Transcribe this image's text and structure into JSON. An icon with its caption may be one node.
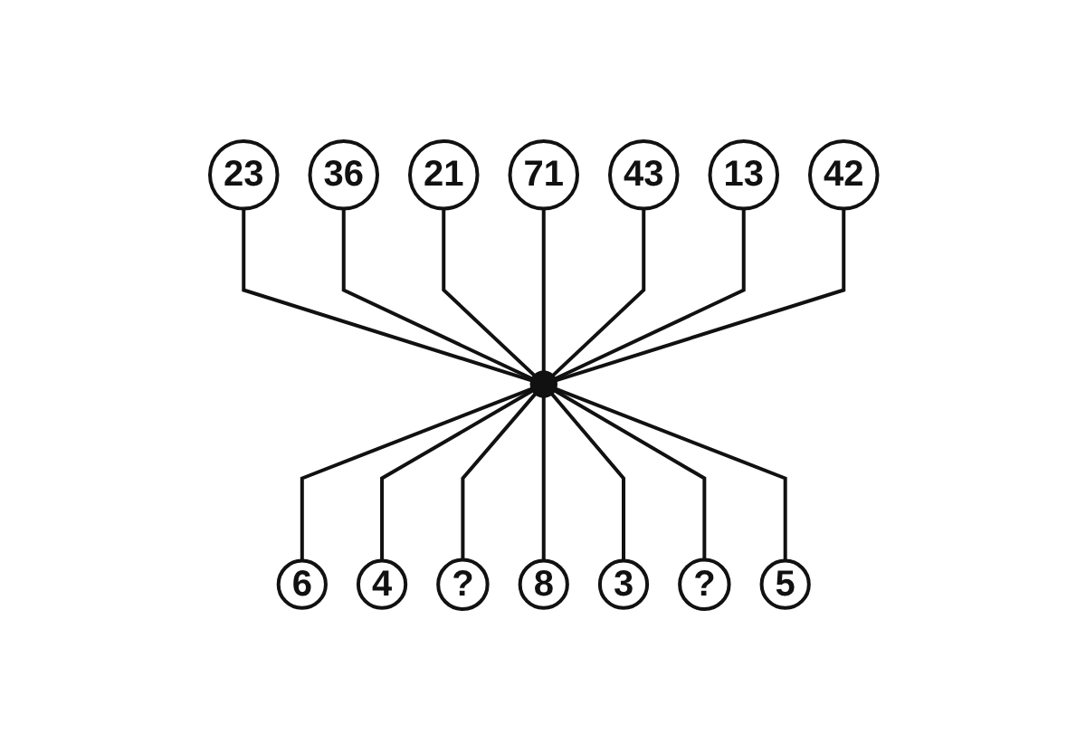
{
  "diagram": {
    "nodes": [
      {
        "text": [
          "23"
        ]
      },
      {
        "text": [
          "36"
        ]
      },
      {
        "text": [
          "21"
        ]
      },
      {
        "text": [
          "71"
        ]
      },
      {
        "text": [
          "43"
        ]
      },
      {
        "text": [
          "13"
        ]
      },
      {
        "text": [
          "42"
        ]
      },
      {
        "text": [],
        "shape": "circle"
      },
      {
        "text": [
          "6"
        ]
      },
      {
        "text": [
          "4"
        ]
      },
      {
        "text": [
          "?"
        ]
      },
      {
        "text": [
          "8"
        ]
      },
      {
        "text": [
          "3"
        ]
      },
      {
        "text": [
          "?"
        ]
      },
      {
        "text": [
          "5"
        ]
      }
    ],
    "edges": [
      {
        "from": 0,
        "to": 7,
        "arrow": "none"
      },
      {
        "from": 1,
        "to": 7,
        "arrow": "none"
      },
      {
        "from": 2,
        "to": 7,
        "arrow": "none"
      },
      {
        "from": 3,
        "to": 7,
        "arrow": "none"
      },
      {
        "from": 4,
        "to": 7,
        "arrow": "none"
      },
      {
        "from": 5,
        "to": 7,
        "arrow": "none"
      },
      {
        "from": 6,
        "to": 7,
        "arrow": "none"
      },
      {
        "from": 7,
        "to": 8,
        "arrow": "none"
      },
      {
        "from": 7,
        "to": 9,
        "arrow": "none"
      },
      {
        "from": 7,
        "to": 10,
        "arrow": "none"
      },
      {
        "from": 7,
        "to": 11,
        "arrow": "none"
      },
      {
        "from": 7,
        "to": 12,
        "arrow": "none"
      },
      {
        "from": 7,
        "to": 13,
        "arrow": "none"
      },
      {
        "from": 7,
        "to": 14,
        "arrow": "none"
      }
    ]
  }
}
